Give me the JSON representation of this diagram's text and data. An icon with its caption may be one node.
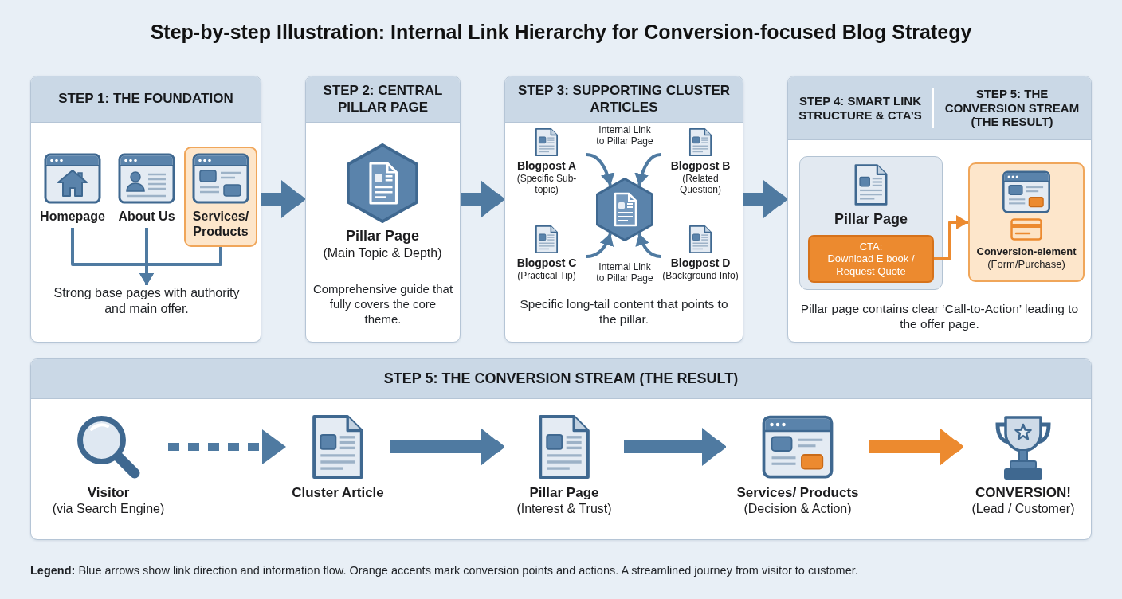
{
  "diagram": {
    "title": "Step-by-step Illustration: Internal Link Hierarchy for Conversion-focused Blog Strategy",
    "nodes": [
      {
        "text": [
          "STEP 1: THE FOUNDATION"
        ]
      },
      {
        "text": [
          "Homepage"
        ],
        "in": 0
      },
      {
        "text": [
          "About Us"
        ],
        "in": 0
      },
      {
        "text": [
          "Services/ Products"
        ],
        "in": 0
      },
      {
        "text": [
          "Strong base pages with authority and main offer."
        ],
        "in": 0
      },
      {
        "text": [
          "STEP 2: CENTRAL PILLAR PAGE",
          "Comprehensive guide that fully covers the core theme."
        ]
      },
      {
        "text": [
          "Pillar Page",
          "(Main Topic & Depth)"
        ],
        "in": 5
      },
      {
        "text": [
          "STEP 3: SUPPORTING CLUSTER ARTICLES",
          "Specific long-tail content that points to the pillar."
        ]
      },
      {
        "text": [
          "Blogpost A",
          "(Specific Sub-topic)"
        ],
        "in": 7
      },
      {
        "text": [
          "Blogpost B",
          "(Related Question)"
        ],
        "in": 7
      },
      {
        "text": [],
        "shape": "hexagon",
        "in": 7
      },
      {
        "text": [
          "Blogpost C",
          "(Practical Tip)"
        ],
        "in": 7
      },
      {
        "text": [
          "Blogpost D",
          "(Background Info)"
        ],
        "in": 7
      },
      {
        "text": [
          "STEP 4: SMART LINK STRUCTURE & CTA’S",
          "STEP 5: THE CONVERSION STREAM (THE RESULT)",
          "Pillar page contains clear ‘Call-to-Action’ leading to the offer page."
        ]
      },
      {
        "text": [
          "Pillar Page"
        ],
        "in": 13
      },
      {
        "text": [
          "CTA:",
          "Download E book / Request Quote"
        ],
        "in": 14
      },
      {
        "text": [
          "Conversion-element",
          "(Form/Purchase)"
        ],
        "in": 13
      },
      {
        "text": [
          "STEP 5: THE CONVERSION STREAM (THE RESULT)"
        ]
      },
      {
        "text": [
          "Visitor",
          "(via Search Engine)"
        ],
        "in": 17
      },
      {
        "text": [
          "Cluster Article"
        ],
        "in": 17
      },
      {
        "text": [
          "Pillar Page",
          "(Interest & Trust)"
        ],
        "in": 17
      },
      {
        "text": [
          "Services/ Products",
          "(Decision & Action)"
        ],
        "in": 17
      },
      {
        "text": [
          "CONVERSION!",
          "(Lead / Customer)"
        ],
        "in": 17
      }
    ],
    "edges": [
      {
        "from": 1,
        "to": 4,
        "arrow": "to"
      },
      {
        "from": 2,
        "to": 4,
        "arrow": "to"
      },
      {
        "from": 3,
        "to": 4,
        "arrow": "to"
      },
      {
        "from": 0,
        "to": 5,
        "arrow": "to",
        "style": "thick"
      },
      {
        "from": 5,
        "to": 7,
        "arrow": "to",
        "style": "thick"
      },
      {
        "from": 8,
        "to": 10,
        "arrow": "to"
      },
      {
        "from": 9,
        "to": 10,
        "arrow": "to"
      },
      {
        "from": 11,
        "to": 10,
        "arrow": "to"
      },
      {
        "from": 12,
        "to": 10,
        "arrow": "to"
      },
      {
        "from": 7,
        "to": 13,
        "arrow": "to",
        "style": "thick"
      },
      {
        "from": 15,
        "to": 16,
        "arrow": "to",
        "color": "#ec8a2f"
      },
      {
        "from": 18,
        "to": 19,
        "arrow": "to",
        "style": "dashed"
      },
      {
        "from": 19,
        "to": 20,
        "arrow": "to",
        "style": "thick"
      },
      {
        "from": 20,
        "to": 21,
        "arrow": "to",
        "style": "thick"
      },
      {
        "from": 21,
        "to": 22,
        "arrow": "to",
        "style": "thick",
        "color": "#ec8a2f"
      }
    ],
    "labels": [
      "Internal Link to Pillar Page",
      "Internal Link to Pillar Page",
      "**Legend:** Blue arrows show link direction and information flow. Orange accents mark conversion points and actions. A streamlined journey from visitor to customer."
    ]
  }
}
